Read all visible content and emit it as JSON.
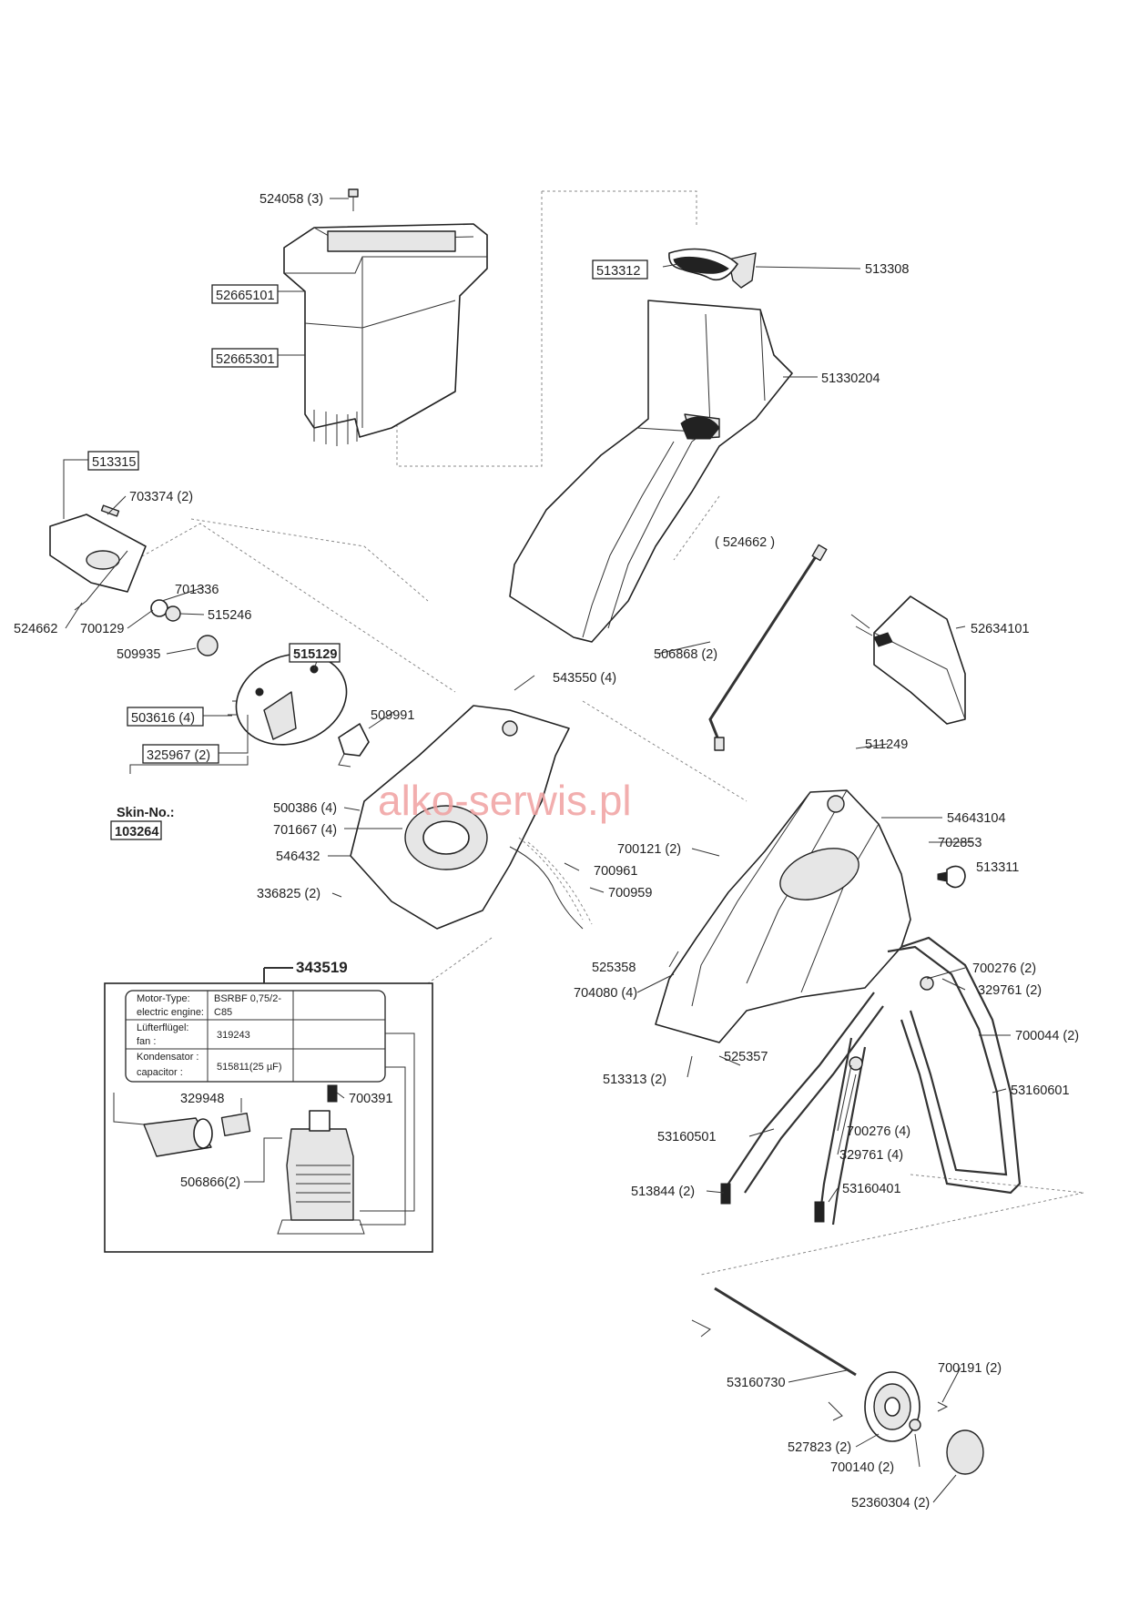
{
  "watermark": "alko-serwis.pl",
  "skin": {
    "label": "Skin-No.:",
    "number": "103264"
  },
  "motor_kit": {
    "number": "343519",
    "table": [
      {
        "key": "Motor-Type:",
        "key2": "electric engine:",
        "value": "BSRBF 0,75/2-",
        "value2": "C85"
      },
      {
        "key": "Lüfterflügel:",
        "key2": "fan :",
        "value": "319243",
        "value2": ""
      },
      {
        "key": "Kondensator :",
        "key2": "capacitor :",
        "value": "515811(25 µF)",
        "value2": ""
      }
    ]
  },
  "labels": {
    "p524058": "524058 (3)",
    "p52665101": "52665101",
    "p52665301": "52665301",
    "p513312": "513312",
    "p513308": "513308",
    "p51330204": "51330204",
    "p513315": "513315",
    "p703374": "703374 (2)",
    "p524662a": "( 524662 )",
    "p524662b": "524662",
    "p701336": "701336",
    "p700129": "700129",
    "p515246": "515246",
    "p509935": "509935",
    "p515129": "515129",
    "p506868": "506868 (2)",
    "p52634101": "52634101",
    "p543550": "543550 (4)",
    "p503616": "503616 (4)",
    "p509991": "509991",
    "p325967": "325967 (2)",
    "p511249": "511249",
    "p500386": "500386 (4)",
    "p54643104": "54643104",
    "p701667": "701667 (4)",
    "p700121": "700121 (2)",
    "p702853": "702853",
    "p546432": "546432",
    "p513311": "513311",
    "p700961": "700961",
    "p336825": "336825 (2)",
    "p700959": "700959",
    "p525358": "525358",
    "p700276a": "700276 (2)",
    "p704080": "704080 (4)",
    "p329761a": "329761 (2)",
    "p700044": "700044 (2)",
    "p525357": "525357",
    "p513313": "513313 (2)",
    "p53160601": "53160601",
    "p329948": "329948",
    "p700391": "700391",
    "p53160501": "53160501",
    "p700276b": "700276 (4)",
    "p329761b": "329761 (4)",
    "p506866": "506866(2)",
    "p513844": "513844 (2)",
    "p53160401": "53160401",
    "p53160730": "53160730",
    "p700191": "700191 (2)",
    "p527823": "527823 (2)",
    "p700140": "700140 (2)",
    "p52360304": "52360304 (2)"
  }
}
